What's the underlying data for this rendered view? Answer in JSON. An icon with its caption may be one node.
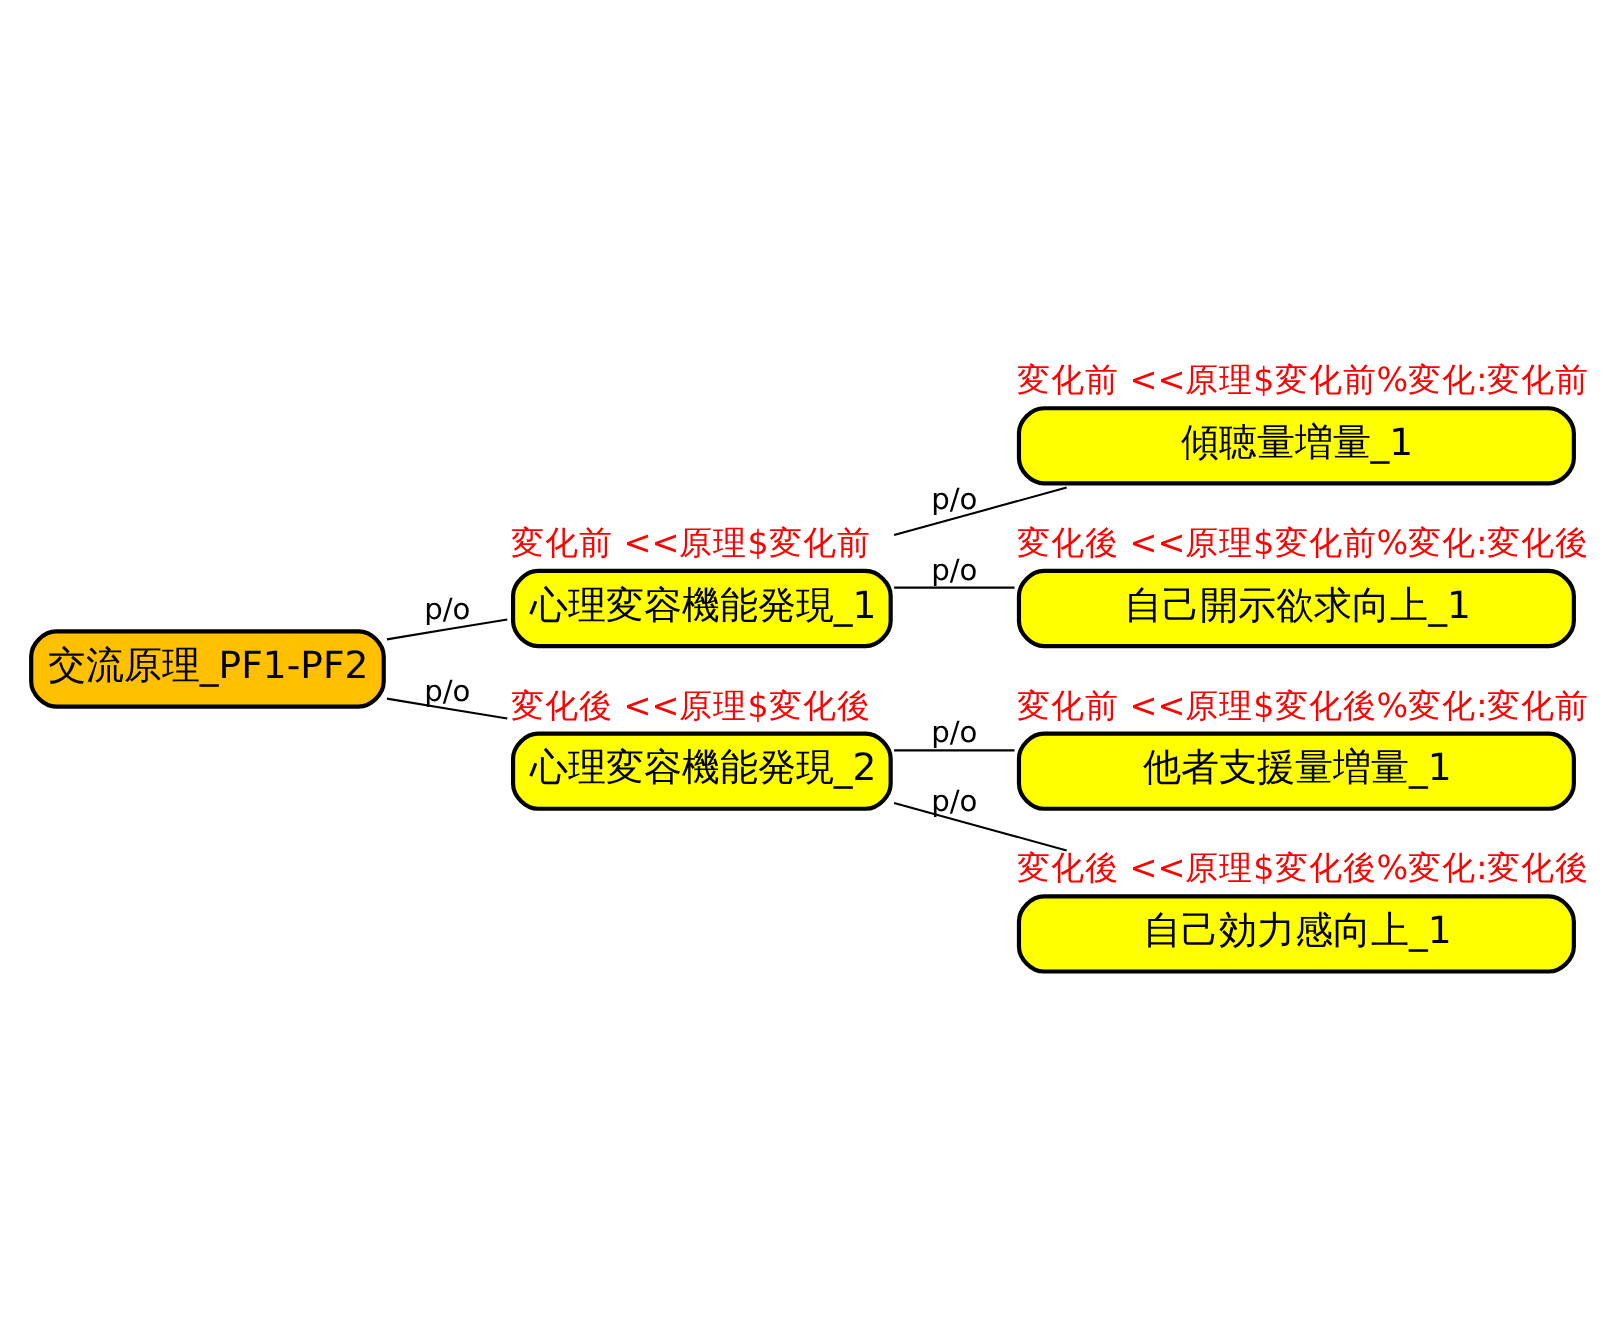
{
  "diagram": {
    "nodes": [
      {
        "text": [
          "交流原理_PF1-PF2"
        ]
      },
      {
        "text": [
          "心理変容機能発現_1"
        ],
        "beside": [
          "変化前 <<原理$変化前"
        ]
      },
      {
        "text": [
          "傾聴量増量_1"
        ],
        "beside": [
          "変化前 <<原理$変化前%変化:変化前"
        ]
      },
      {
        "text": [
          "自己開示欲求向上_1"
        ],
        "beside": [
          "変化後 <<原理$変化前%変化:変化後"
        ]
      },
      {
        "text": [
          "心理変容機能発現_2"
        ],
        "beside": [
          "変化後 <<原理$変化後"
        ]
      },
      {
        "text": [
          "他者支援量増量_1"
        ],
        "beside": [
          "変化前 <<原理$変化後%変化:変化前"
        ]
      },
      {
        "text": [
          "自己効力感向上_1"
        ],
        "beside": [
          "変化後 <<原理$変化後%変化:変化後"
        ]
      }
    ],
    "edges": [
      {
        "from": 0,
        "to": 1,
        "arrow": "none",
        "label": "p/o"
      },
      {
        "from": 1,
        "to": 2,
        "arrow": "none",
        "label": "p/o"
      },
      {
        "from": 1,
        "to": 3,
        "arrow": "none",
        "label": "p/o"
      },
      {
        "from": 0,
        "to": 4,
        "arrow": "none",
        "label": "p/o"
      },
      {
        "from": 4,
        "to": 5,
        "arrow": "none",
        "label": "p/o"
      },
      {
        "from": 4,
        "to": 6,
        "arrow": "none",
        "label": "p/o"
      }
    ]
  }
}
